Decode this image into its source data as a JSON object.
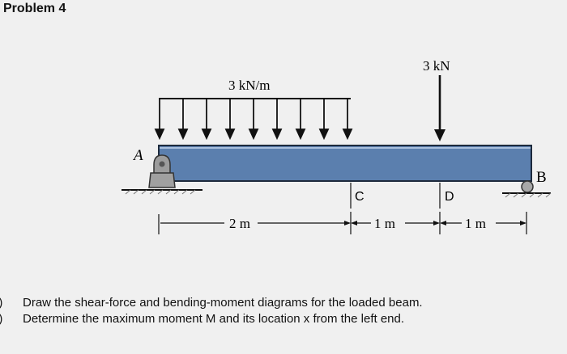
{
  "heading": "Problem 4",
  "loads": {
    "distributed": "3 kN/m",
    "point": "3 kN"
  },
  "points": {
    "a": "A",
    "b": "B",
    "c": "C",
    "d": "D"
  },
  "dimensions": {
    "ac": "2 m",
    "cd": "1 m",
    "db": "1 m"
  },
  "questions": [
    {
      "label": "a)",
      "text": "Draw the shear-force and bending-moment diagrams for the loaded beam."
    },
    {
      "label": "b)",
      "text": "Determine the maximum moment M and its location x from the left end."
    }
  ],
  "colors": {
    "beam": "#5b7fae",
    "beam_edge": "#1d2a3c",
    "background": "#f0f0f0",
    "support": "#9c9c9c"
  }
}
